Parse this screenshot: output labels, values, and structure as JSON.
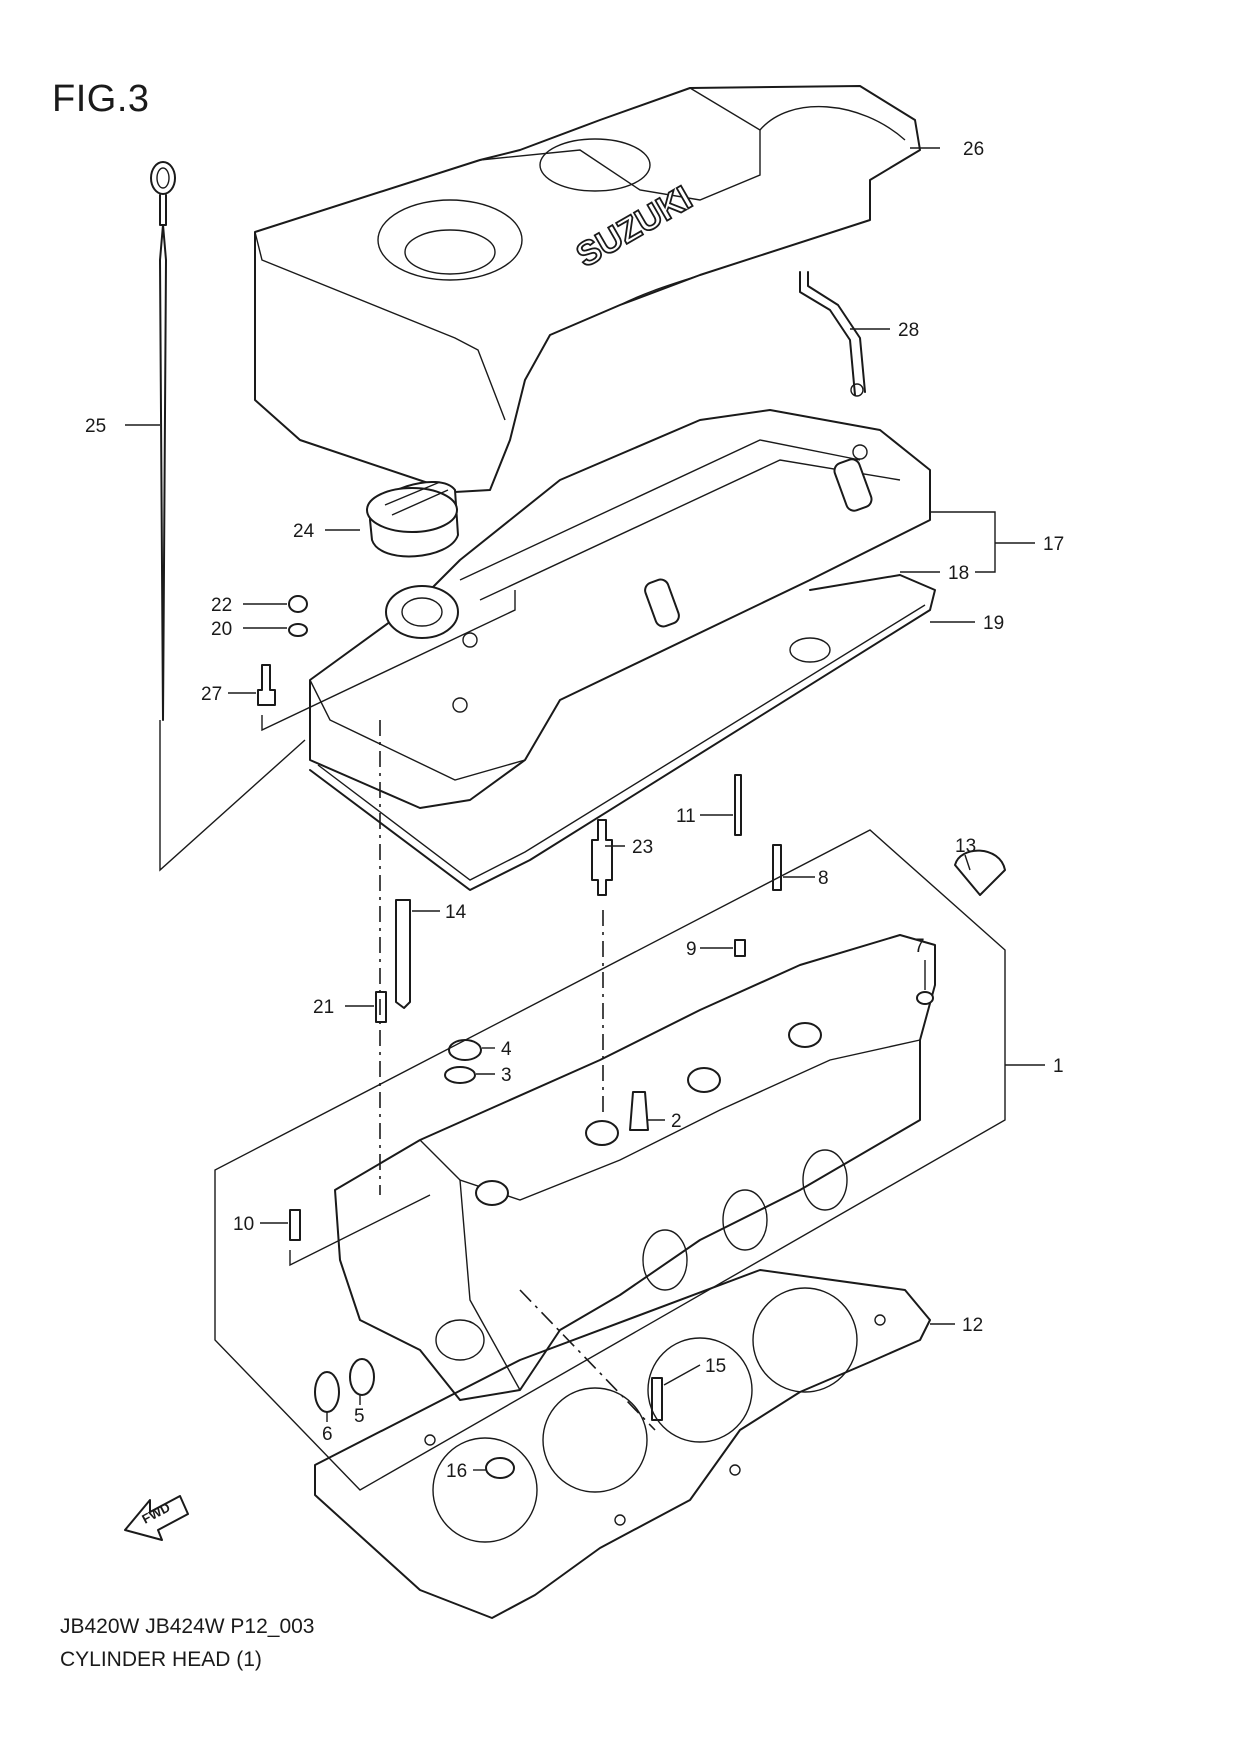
{
  "figure": {
    "title": "FIG.3"
  },
  "footer": {
    "model_code": "JB420W JB424W P12_003",
    "name": "CYLINDER HEAD (1)"
  },
  "branding": {
    "cover_logo": "SUZUKI"
  },
  "direction_arrow": {
    "label": "FWD"
  },
  "callouts": {
    "c1": "1",
    "c2": "2",
    "c3": "3",
    "c4": "4",
    "c5": "5",
    "c6": "6",
    "c7": "7",
    "c8": "8",
    "c9": "9",
    "c10": "10",
    "c11": "11",
    "c12": "12",
    "c13": "13",
    "c14": "14",
    "c15": "15",
    "c16": "16",
    "c17": "17",
    "c18": "18",
    "c19": "19",
    "c20": "20",
    "c21": "21",
    "c22": "22",
    "c23": "23",
    "c24": "24",
    "c25": "25",
    "c26": "26",
    "c27": "27",
    "c28": "28"
  }
}
